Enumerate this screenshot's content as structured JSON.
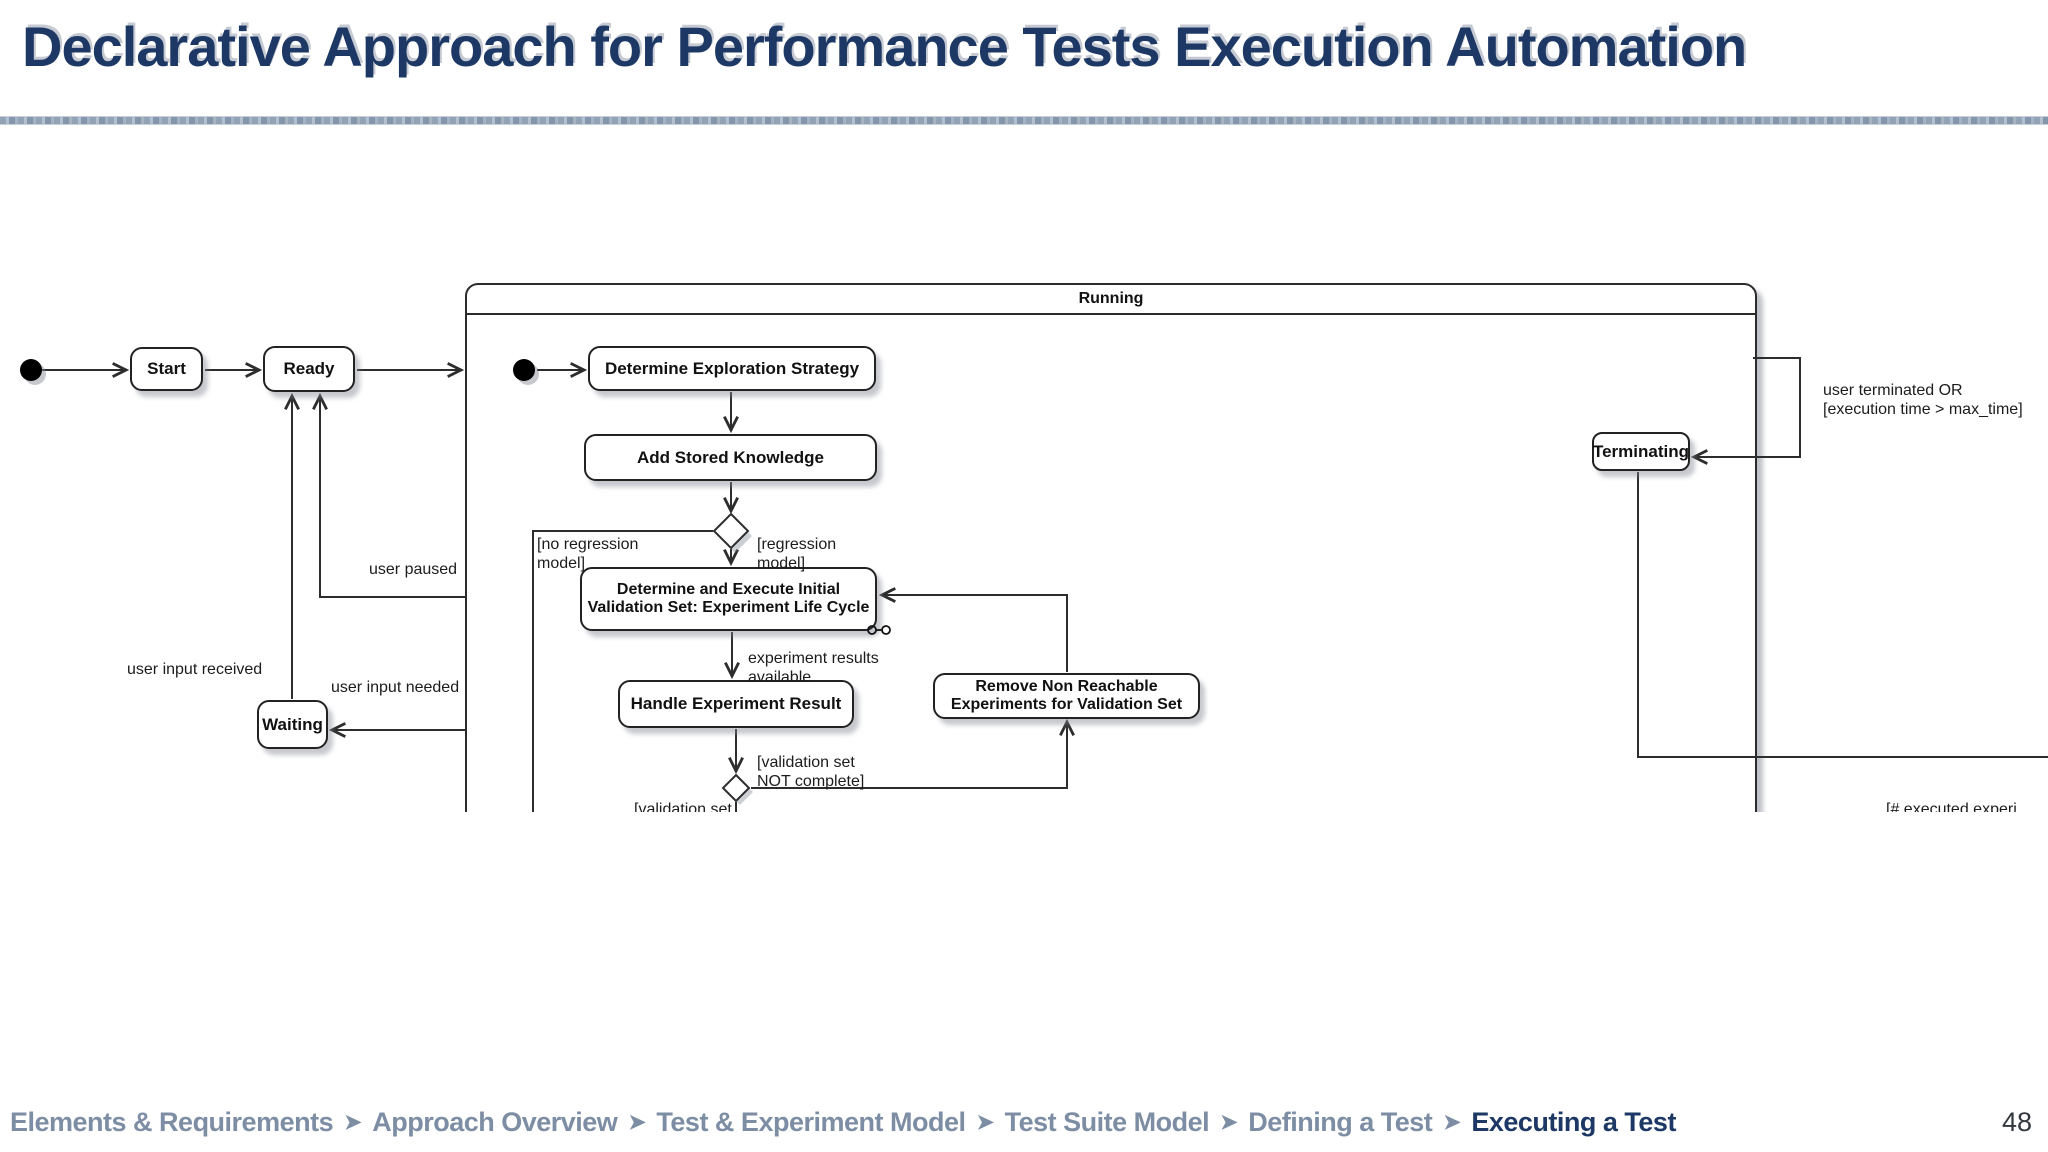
{
  "slide": {
    "title": "Declarative Approach for Performance Tests Execution Automation",
    "page_number": "48"
  },
  "breadcrumb": {
    "separator": "➤",
    "items": [
      {
        "label": "Elements & Requirements",
        "active": false
      },
      {
        "label": "Approach Overview",
        "active": false
      },
      {
        "label": "Test & Experiment Model",
        "active": false
      },
      {
        "label": "Test Suite Model",
        "active": false
      },
      {
        "label": "Defining a Test",
        "active": false
      },
      {
        "label": "Executing a Test",
        "active": true
      }
    ]
  },
  "diagram": {
    "kind": "UML state machine diagram (bottom edge cropped)",
    "composite_state_label": "Running",
    "nodes": {
      "start": {
        "label": "Start"
      },
      "ready": {
        "label": "Ready"
      },
      "waiting": {
        "label": "Waiting"
      },
      "terminating": {
        "label": "Terminating"
      },
      "determine_exploration_strategy": {
        "label": "Determine Exploration Strategy"
      },
      "add_stored_knowledge": {
        "label": "Add Stored Knowledge"
      },
      "determine_and_execute": {
        "lines": [
          "Determine and Execute Initial",
          "Validation Set: Experiment Life Cycle"
        ]
      },
      "handle_experiment_result": {
        "label": "Handle Experiment Result"
      },
      "remove_non_reachable": {
        "lines": [
          "Remove Non Reachable",
          "Experiments for Validation Set"
        ]
      }
    },
    "edge_labels": {
      "user_paused": "user paused",
      "user_input_received": "user input received",
      "user_input_needed": "user input needed",
      "no_regression_model": [
        "[no regression",
        "model]"
      ],
      "regression_model": [
        "[regression",
        "model]"
      ],
      "experiment_results_available": [
        "experiment results",
        "available"
      ],
      "validation_set_not_complete": [
        "[validation set",
        "NOT complete]"
      ],
      "validation_set_partial": "[validation set",
      "user_terminated": [
        "user terminated OR",
        "[execution time > max_time]"
      ],
      "executed_experiments_partial": "[# executed experi"
    },
    "colors": {
      "title_navy": "#1d3865",
      "breadcrumb_gray": "#7d8ea4",
      "divider_blue_gray": "#93a3b6",
      "diagram_stroke": "#2d2d2d"
    }
  }
}
